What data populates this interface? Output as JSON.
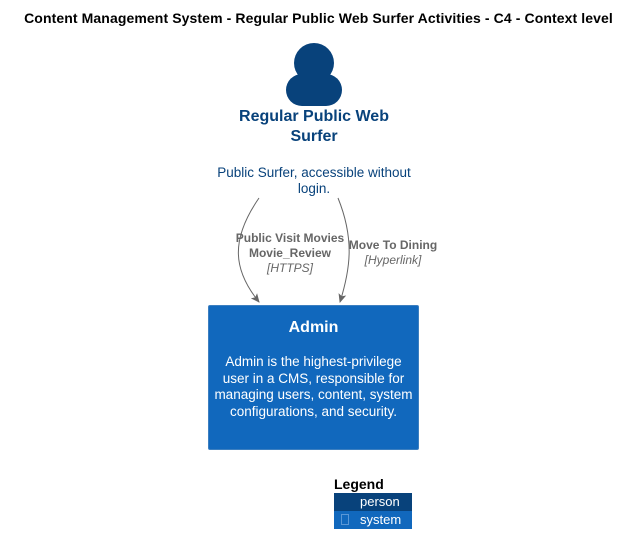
{
  "title": "Content Management System - Regular Public Web Surfer Activities - C4 - Context level",
  "person": {
    "name": "Regular Public Web Surfer",
    "description": "Public Surfer, accessible without login.",
    "icon": "person-icon",
    "color": "#08427B"
  },
  "relationships": [
    {
      "label": "Public Visit Movies Movie_Review",
      "technology": "[HTTPS]"
    },
    {
      "label": "Move To Dining",
      "technology": "[Hyperlink]"
    }
  ],
  "system": {
    "name": "Admin",
    "description": "Admin is the highest-privilege user in a CMS, responsible for managing users, content, system configurations, and security.",
    "color": "#1168BD"
  },
  "legend": {
    "title": "Legend",
    "items": [
      {
        "label": "person",
        "color": "#08427B"
      },
      {
        "label": "system",
        "color": "#1168BD",
        "icon": "glyph-icon"
      }
    ]
  },
  "colors": {
    "arrow": "#666666",
    "person": "#08427B",
    "system": "#1168BD"
  }
}
